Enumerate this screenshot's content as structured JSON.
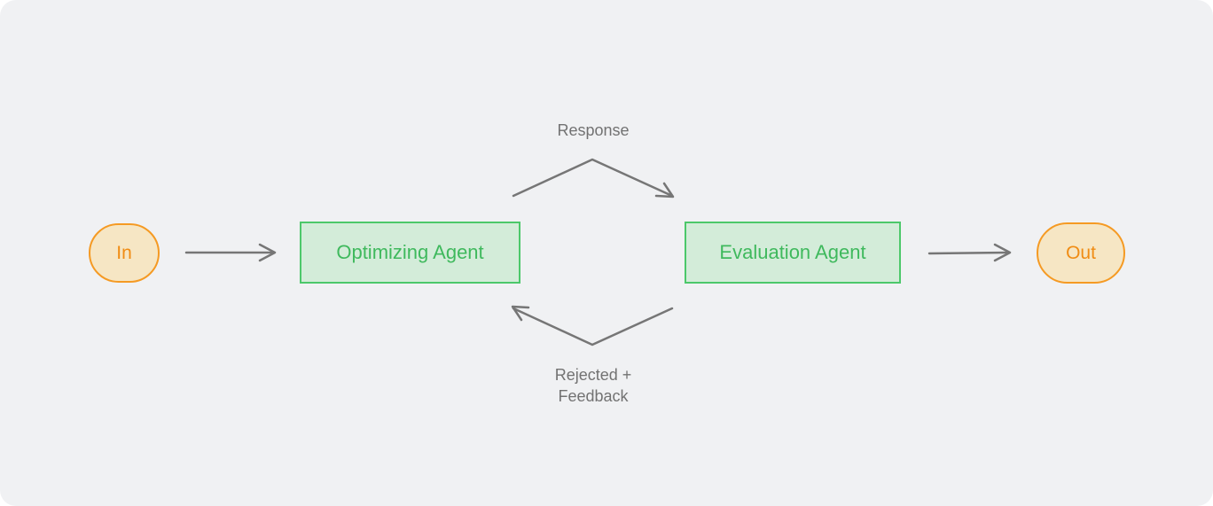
{
  "diagram": {
    "colors": {
      "background": "#f0f1f3",
      "terminal_border": "#f59a23",
      "terminal_fill": "#f6e6c4",
      "terminal_text": "#f08c14",
      "agent_border": "#4cc86a",
      "agent_fill": "#d3ecd9",
      "agent_text": "#3fb95d",
      "edge": "#767676",
      "label_text": "#727272"
    },
    "nodes": {
      "input": {
        "label": "In",
        "shape": "pill"
      },
      "optimizer": {
        "label": "Optimizing Agent",
        "shape": "rectangle"
      },
      "evaluator": {
        "label": "Evaluation Agent",
        "shape": "rectangle"
      },
      "output": {
        "label": "Out",
        "shape": "pill"
      }
    },
    "edges": [
      {
        "from": "input",
        "to": "optimizer",
        "label": ""
      },
      {
        "from": "optimizer",
        "to": "evaluator",
        "label": "Response"
      },
      {
        "from": "evaluator",
        "to": "optimizer",
        "label_lines": [
          "Rejected +",
          "Feedback"
        ]
      },
      {
        "from": "evaluator",
        "to": "output",
        "label": ""
      }
    ]
  }
}
